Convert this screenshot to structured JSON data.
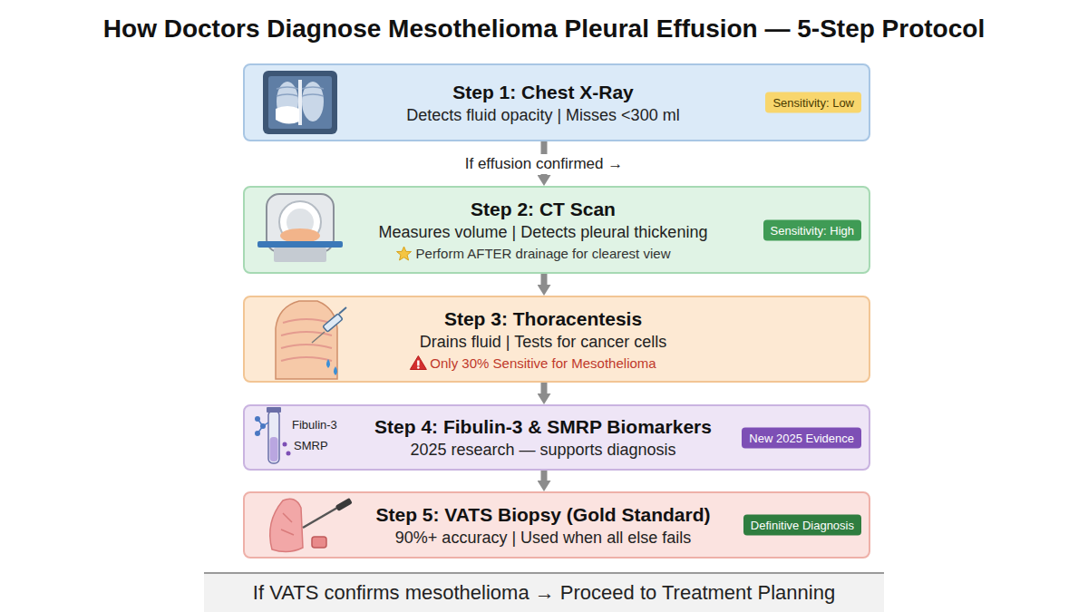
{
  "diagram": {
    "title": "How Doctors Diagnose Mesothelioma Pleural Effusion — 5-Step Protocol",
    "nodes": [
      {
        "text": [
          "Step 1: Chest X-Ray",
          "Detects fluid opacity | Misses <300 ml"
        ]
      },
      {
        "text": [
          "Sensitivity: Low"
        ],
        "in": 0
      },
      {
        "text": [
          "Step 2: CT Scan",
          "Measures volume | Detects pleural thickening",
          "Perform AFTER drainage for clearest view"
        ]
      },
      {
        "text": [
          "Sensitivity: High"
        ],
        "in": 2
      },
      {
        "text": [
          "Step 3: Thoracentesis",
          "Drains fluid | Tests for cancer cells",
          "Only 30% Sensitive for Mesothelioma"
        ]
      },
      {
        "text": [
          "Step 4: Fibulin-3 & SMRP Biomarkers",
          "2025 research — supports diagnosis"
        ]
      },
      {
        "text": [
          "New 2025 Evidence"
        ],
        "in": 5
      },
      {
        "text": [
          "Step 5: VATS Biopsy (Gold Standard)",
          "90%+ accuracy | Used when all else fails"
        ]
      },
      {
        "text": [
          "Definitive Diagnosis"
        ],
        "in": 7
      },
      {
        "text": [
          "If VATS confirms mesothelioma → Proceed to Treatment Planning"
        ]
      }
    ],
    "edges": [
      {
        "from": 0,
        "to": 2,
        "arrow": "to",
        "label": "If effusion confirmed →"
      },
      {
        "from": 2,
        "to": 4,
        "arrow": "to"
      },
      {
        "from": 4,
        "to": 5,
        "arrow": "to"
      },
      {
        "from": 5,
        "to": 7,
        "arrow": "to"
      }
    ],
    "labels": [
      "Fibulin-3",
      "SMRP"
    ]
  }
}
